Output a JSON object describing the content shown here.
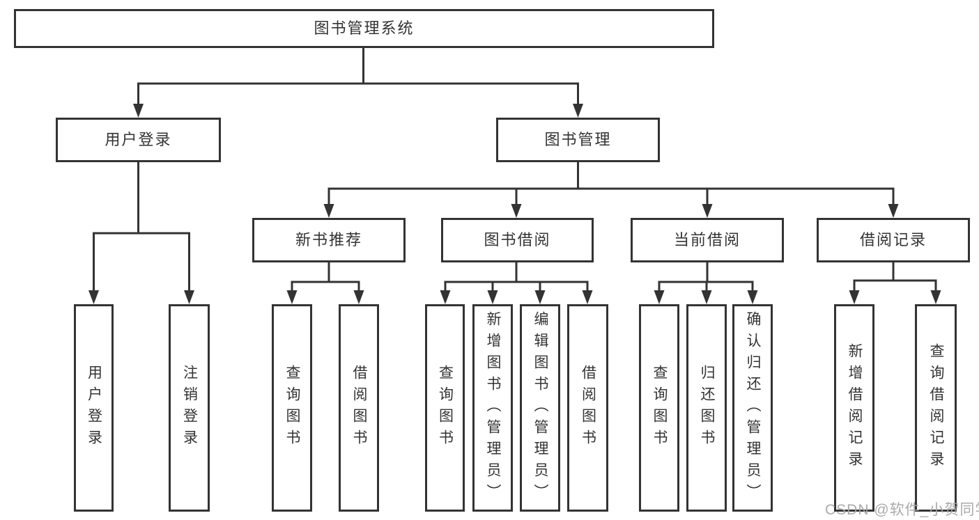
{
  "diagram": {
    "root": "图书管理系统",
    "branches": [
      {
        "label": "用户登录",
        "leaves": [
          "用户登录",
          "注销登录"
        ]
      },
      {
        "label": "图书管理",
        "children": [
          {
            "label": "新书推荐",
            "leaves": [
              "查询图书",
              "借阅图书"
            ]
          },
          {
            "label": "图书借阅",
            "leaves": [
              "查询图书",
              "新增图书（管理员）",
              "编辑图书（管理员）",
              "借阅图书"
            ]
          },
          {
            "label": "当前借阅",
            "leaves": [
              "查询图书",
              "归还图书",
              "确认归还（管理员）"
            ]
          },
          {
            "label": "借阅记录",
            "leaves": [
              "新增借阅记录",
              "查询借阅记录"
            ]
          }
        ]
      }
    ]
  },
  "watermark": {
    "text": "CSDN @软件_小贺同学",
    "color": "#a5a5a5"
  },
  "colors": {
    "line": "#333333",
    "text": "#333333",
    "background": "#ffffff"
  }
}
